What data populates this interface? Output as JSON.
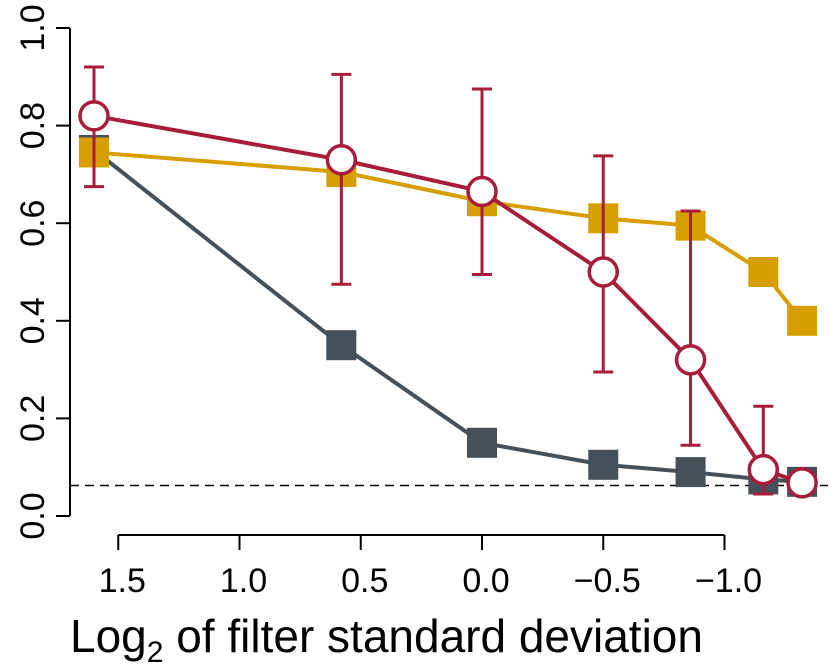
{
  "chart_data": {
    "type": "line",
    "xlabel_main": "Log",
    "xlabel_sub": "2",
    "xlabel_rest": " of filter standard deviation",
    "ylabel": "",
    "xlim": [
      1.5,
      -1.0
    ],
    "ylim": [
      0.0,
      1.0
    ],
    "x_ticks": [
      1.5,
      1.0,
      0.5,
      0.0,
      -0.5,
      -1.0
    ],
    "x_tick_labels": [
      "1.5",
      "1.0",
      "0.5",
      "0.0",
      "−0.5",
      "−1.0"
    ],
    "y_ticks": [
      0.0,
      0.2,
      0.4,
      0.6,
      0.8,
      1.0
    ],
    "y_tick_labels": [
      "0.0",
      "0.2",
      "0.4",
      "0.6",
      "0.8",
      "1.0"
    ],
    "reference_line": 0.0625,
    "series": [
      {
        "color": "#455058",
        "marker": "square",
        "x": [
          1.6,
          0.58,
          0.0,
          -0.5,
          -0.86,
          -1.16,
          -1.32
        ],
        "values": [
          0.75,
          0.35,
          0.15,
          0.105,
          0.09,
          0.075,
          0.07
        ]
      },
      {
        "color": "#D79E00",
        "marker": "square",
        "x": [
          1.6,
          0.58,
          0.0,
          -0.5,
          -0.86,
          -1.16,
          -1.32
        ],
        "values": [
          0.745,
          0.705,
          0.645,
          0.61,
          0.595,
          0.5,
          0.4
        ]
      },
      {
        "color": "#A81C3C",
        "marker": "open-circle",
        "x": [
          1.6,
          0.58,
          0.0,
          -0.5,
          -0.86,
          -1.16,
          -1.32
        ],
        "values": [
          0.82,
          0.73,
          0.665,
          0.5,
          0.32,
          0.095,
          0.068
        ],
        "err_low": [
          0.675,
          0.475,
          0.495,
          0.295,
          0.145,
          0.045,
          null
        ],
        "err_high": [
          0.92,
          0.905,
          0.875,
          0.738,
          0.625,
          0.225,
          null
        ]
      }
    ],
    "grid": false
  }
}
